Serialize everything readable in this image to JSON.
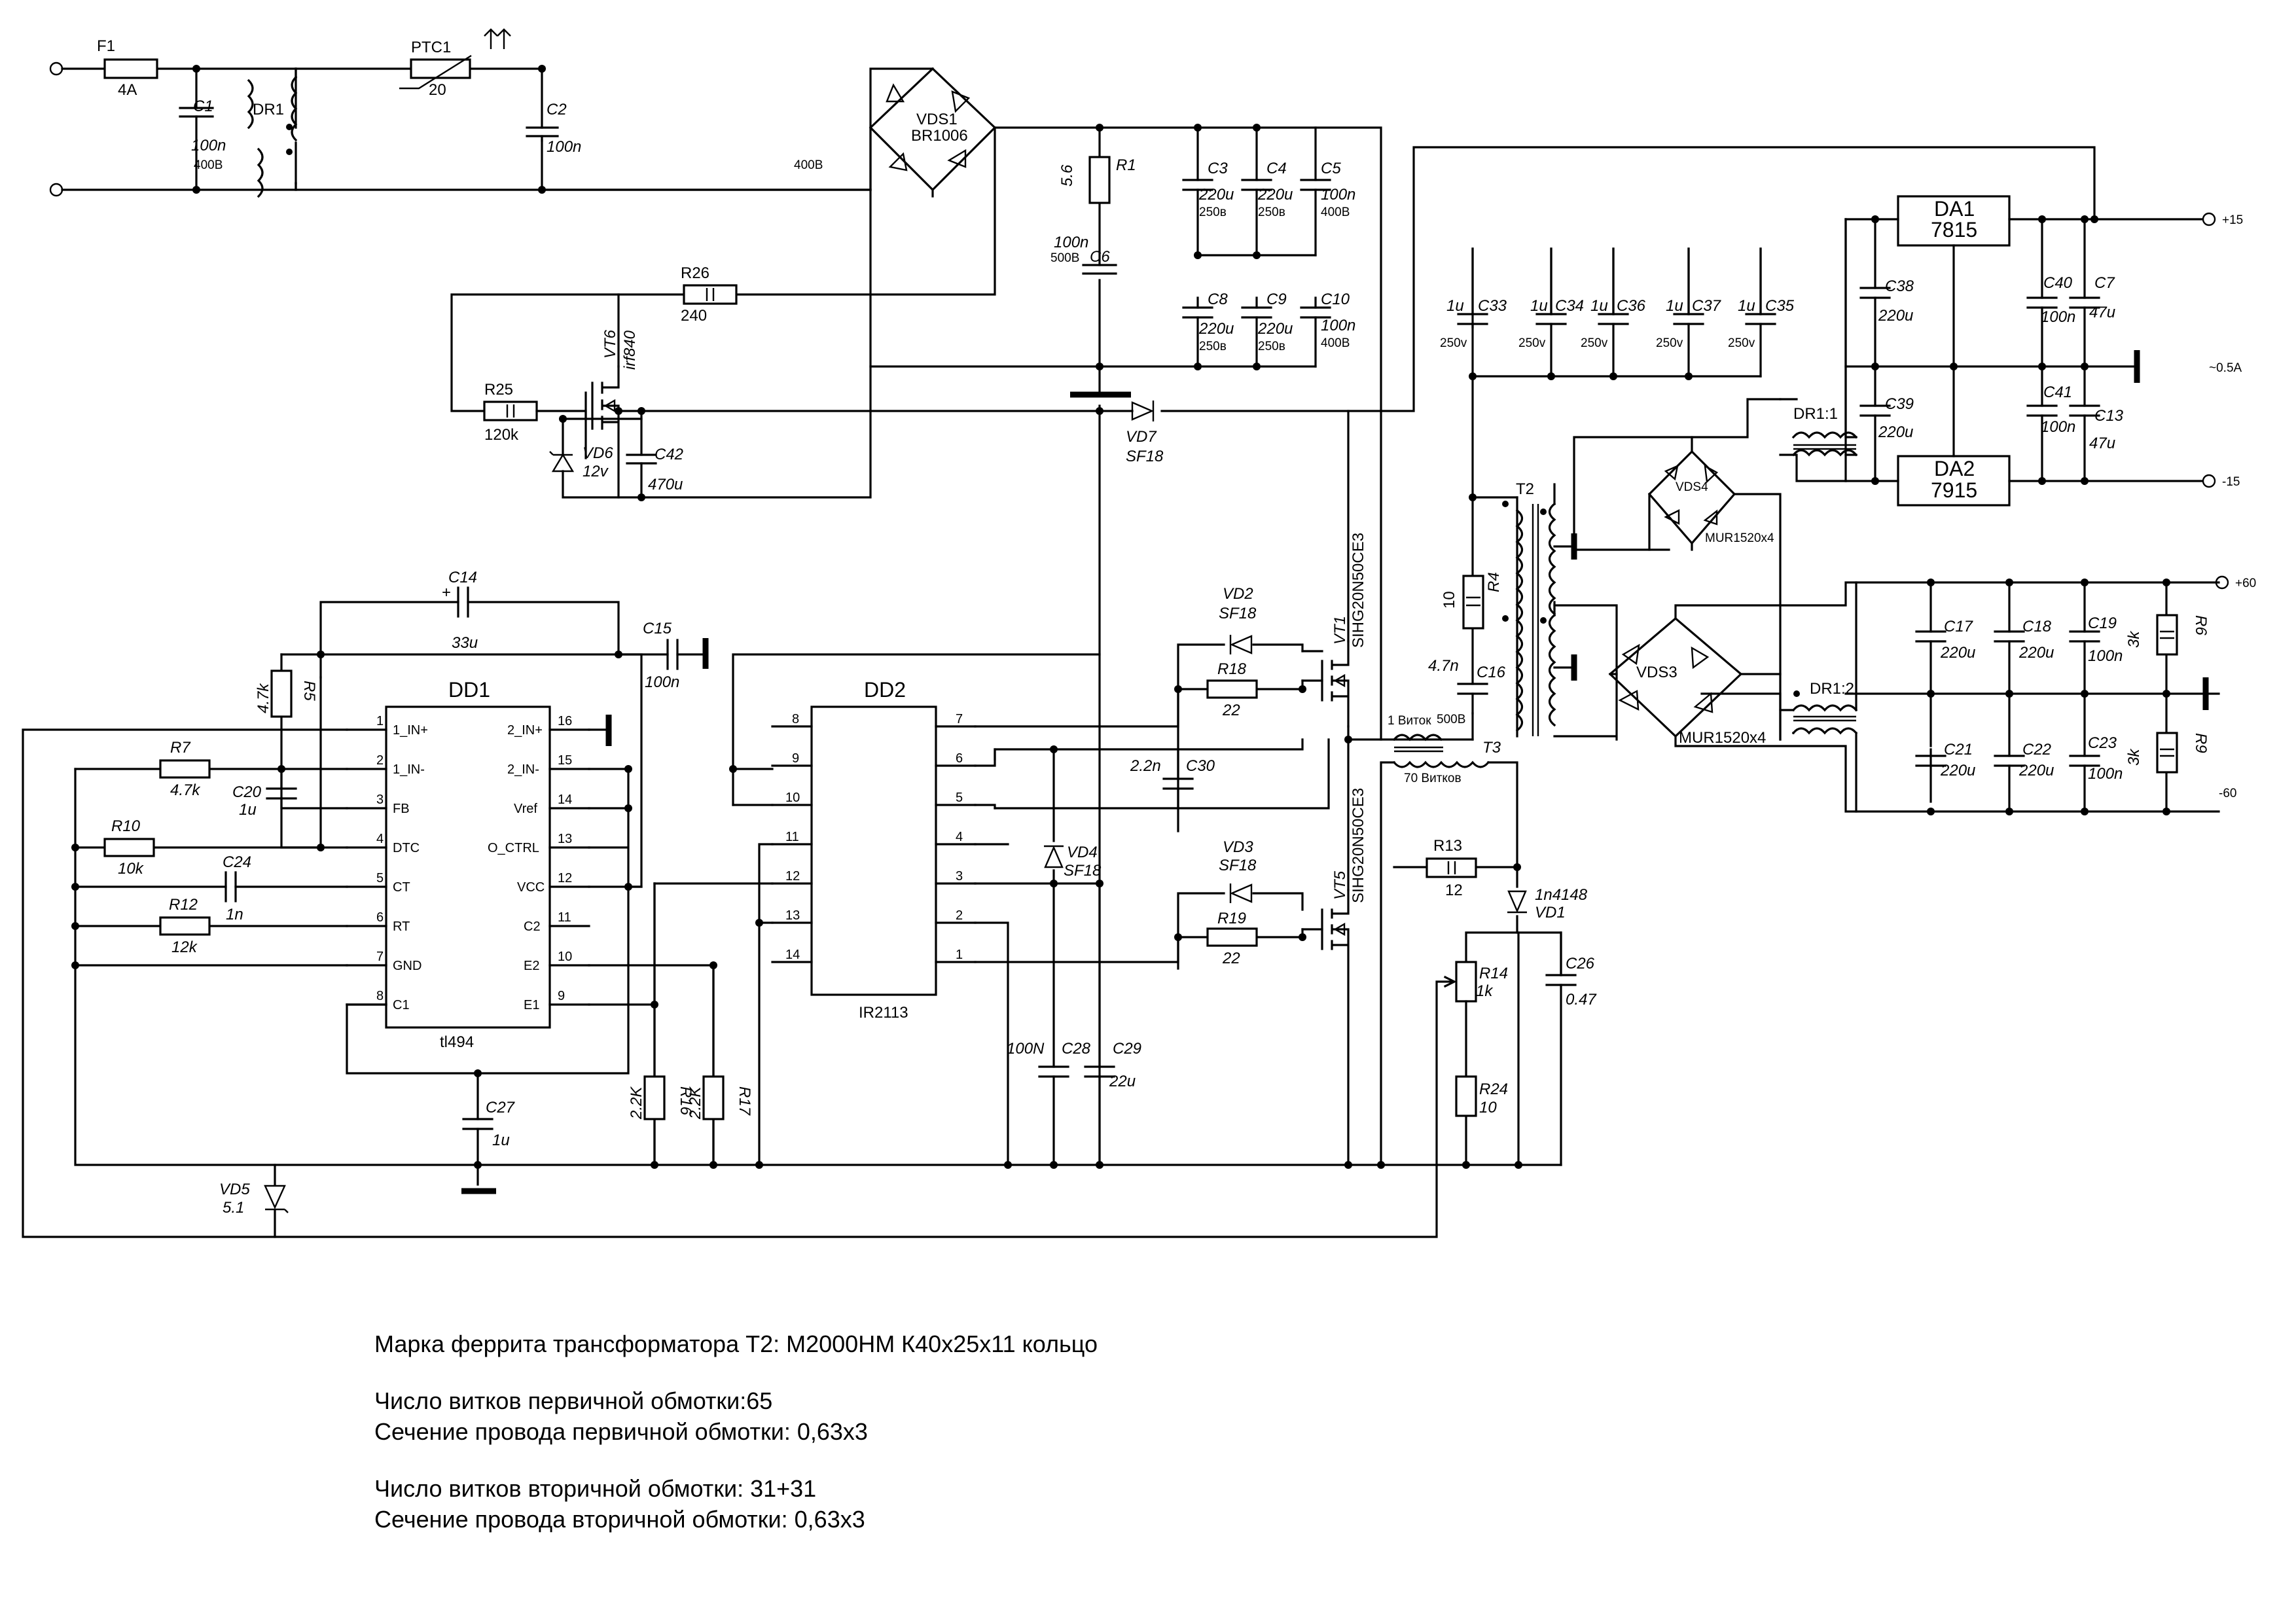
{
  "labels": {
    "F1": "F1",
    "F1v": "4A",
    "C1": "C1",
    "C1v": "100n",
    "C1u": "400B",
    "DR1": "DR1",
    "PTC1": "PTC1",
    "PTC1v": "20",
    "C2": "C2",
    "C2v": "100n",
    "VDS1": "VDS1",
    "VDS1v": "BR1006",
    "V400": "400B",
    "R1": "R1",
    "R1v": "5.6",
    "C6": "C6",
    "C6v": "100n",
    "C6u": "500B",
    "C3": "C3",
    "C3v": "220u",
    "C3u": "250в",
    "C4": "C4",
    "C4v": "220u",
    "C4u": "250в",
    "C5": "C5",
    "C5v": "100n",
    "C5u": "400B",
    "C8": "C8",
    "C8v": "220u",
    "C8u": "250в",
    "C9": "C9",
    "C9v": "220u",
    "C9u": "250в",
    "C10": "C10",
    "C10v": "100n",
    "C10u": "400B",
    "R26": "R26",
    "R26v": "240",
    "VT6": "VT6",
    "VT6v": "irf840",
    "R25": "R25",
    "R25v": "120k",
    "VD6": "VD6",
    "VD6v": "12v",
    "C42": "C42",
    "C42v": "470u",
    "VD7": "VD7",
    "VD7v": "SF18",
    "C33": "C33",
    "C33v": "1u",
    "C33u": "250v",
    "C34": "C34",
    "C34v": "1u",
    "C34u": "250v",
    "C36": "C36",
    "C36v": "1u",
    "C36u": "250v",
    "C37": "C37",
    "C37v": "1u",
    "C37u": "250v",
    "C35": "C35",
    "C35v": "1u",
    "C35u": "250v",
    "DA1": "DA1",
    "DA1v": "7815",
    "DA2": "DA2",
    "DA2v": "7915",
    "C38": "C38",
    "C38v": "220u",
    "C39": "C39",
    "C39v": "220u",
    "C40": "C40",
    "C40v": "100n",
    "C41": "C41",
    "C41v": "100n",
    "C7": "C7",
    "C7v": "47u",
    "C13": "C13",
    "C13v": "47u",
    "P15": "+15",
    "M15": "-15",
    "I05": "~0.5A",
    "DR11": "DR1:1",
    "VDS4": "VDS4",
    "VDS4v": "MUR1520x4",
    "T2": "T2",
    "R4": "R4",
    "R4v": "10",
    "C16": "C16",
    "C16v": "4.7n",
    "C16u": "500B",
    "VDS3": "VDS3",
    "VDS3v": "MUR1520x4",
    "DR12": "DR1:2",
    "P60": "+60",
    "M60": "-60",
    "C17": "C17",
    "C17v": "220u",
    "C18": "C18",
    "C18v": "220u",
    "C19": "C19",
    "C19v": "100n",
    "C21": "C21",
    "C21v": "220u",
    "C22": "C22",
    "C22v": "220u",
    "C23": "C23",
    "C23v": "100n",
    "R6": "R6",
    "R6v": "3k",
    "R9": "R9",
    "R9v": "3k",
    "T3": "T3",
    "T3a": "1 Виток",
    "T3b": "70 Витков",
    "VT1": "VT1",
    "VT1v": "SIHG20N50CE3",
    "VT5": "VT5",
    "VT5v": "SIHG20N50CE3",
    "VD2": "VD2",
    "VD2v": "SF18",
    "VD3": "VD3",
    "VD3v": "SF18",
    "R18": "R18",
    "R18v": "22",
    "R19": "R19",
    "R19v": "22",
    "C30": "C30",
    "C30v": "2.2n",
    "VD4": "VD4",
    "VD4v": "SF18",
    "C28": "C28",
    "C28v": "100N",
    "C29": "C29",
    "C29v": "22u",
    "R13": "R13",
    "R13v": "12",
    "VD1": "VD1",
    "VD1v": "1n4148",
    "C26": "C26",
    "C26v": "0.47",
    "R14": "R14",
    "R14v": "1k",
    "R24": "R24",
    "R24v": "10",
    "C14": "C14",
    "C14v": "33u",
    "C15": "C15",
    "C15v": "100n",
    "R5": "R5",
    "R5v": "4.7k",
    "R7": "R7",
    "R7v": "4.7k",
    "C20": "C20",
    "C20v": "1u",
    "R10": "R10",
    "R10v": "10k",
    "C24": "C24",
    "C24v": "1n",
    "R12": "R12",
    "R12v": "12k",
    "C27": "C27",
    "C27v": "1u",
    "VD5": "VD5",
    "VD5v": "5.1",
    "R16": "R16",
    "R16v": "2.2K",
    "R17": "R17",
    "R17v": "2.2K",
    "DD1": "DD1",
    "DD1sub": "tl494",
    "DD2": "DD2",
    "DD2sub": "IR2113"
  },
  "dd1_pins": {
    "p1": "1",
    "p1n": "1_IN+",
    "p2": "2",
    "p2n": "1_IN-",
    "p3": "3",
    "p3n": "FB",
    "p4": "4",
    "p4n": "DTC",
    "p5": "5",
    "p5n": "CT",
    "p6": "6",
    "p6n": "RT",
    "p7": "7",
    "p7n": "GND",
    "p8": "8",
    "p8n": "C1",
    "p16": "16",
    "p16n": "2_IN+",
    "p15": "15",
    "p15n": "2_IN-",
    "p14": "14",
    "p14n": "Vref",
    "p13": "13",
    "p13n": "O_CTRL",
    "p12": "12",
    "p12n": "VCC",
    "p11": "11",
    "p11n": "C2",
    "p10": "10",
    "p10n": "E2",
    "p9": "9",
    "p9n": "E1"
  },
  "dd2_pins": {
    "l8": "8",
    "l9": "9",
    "l10": "10",
    "l11": "11",
    "l12": "12",
    "l13": "13",
    "l14": "14",
    "r7": "7",
    "r6": "6",
    "r5": "5",
    "r4": "4",
    "r3": "3",
    "r2": "2",
    "r1": "1"
  },
  "notes": {
    "line1": "Марка феррита трансформатора Т2: М2000НМ К40х25х11 кольцо",
    "line2": "Число витков первичной обмотки:65",
    "line3": "Сечение провода первичной обмотки: 0,63х3",
    "line4": "Число витков вторичной обмотки: 31+31",
    "line5": "Сечение провода вторичной обмотки: 0,63х3"
  }
}
